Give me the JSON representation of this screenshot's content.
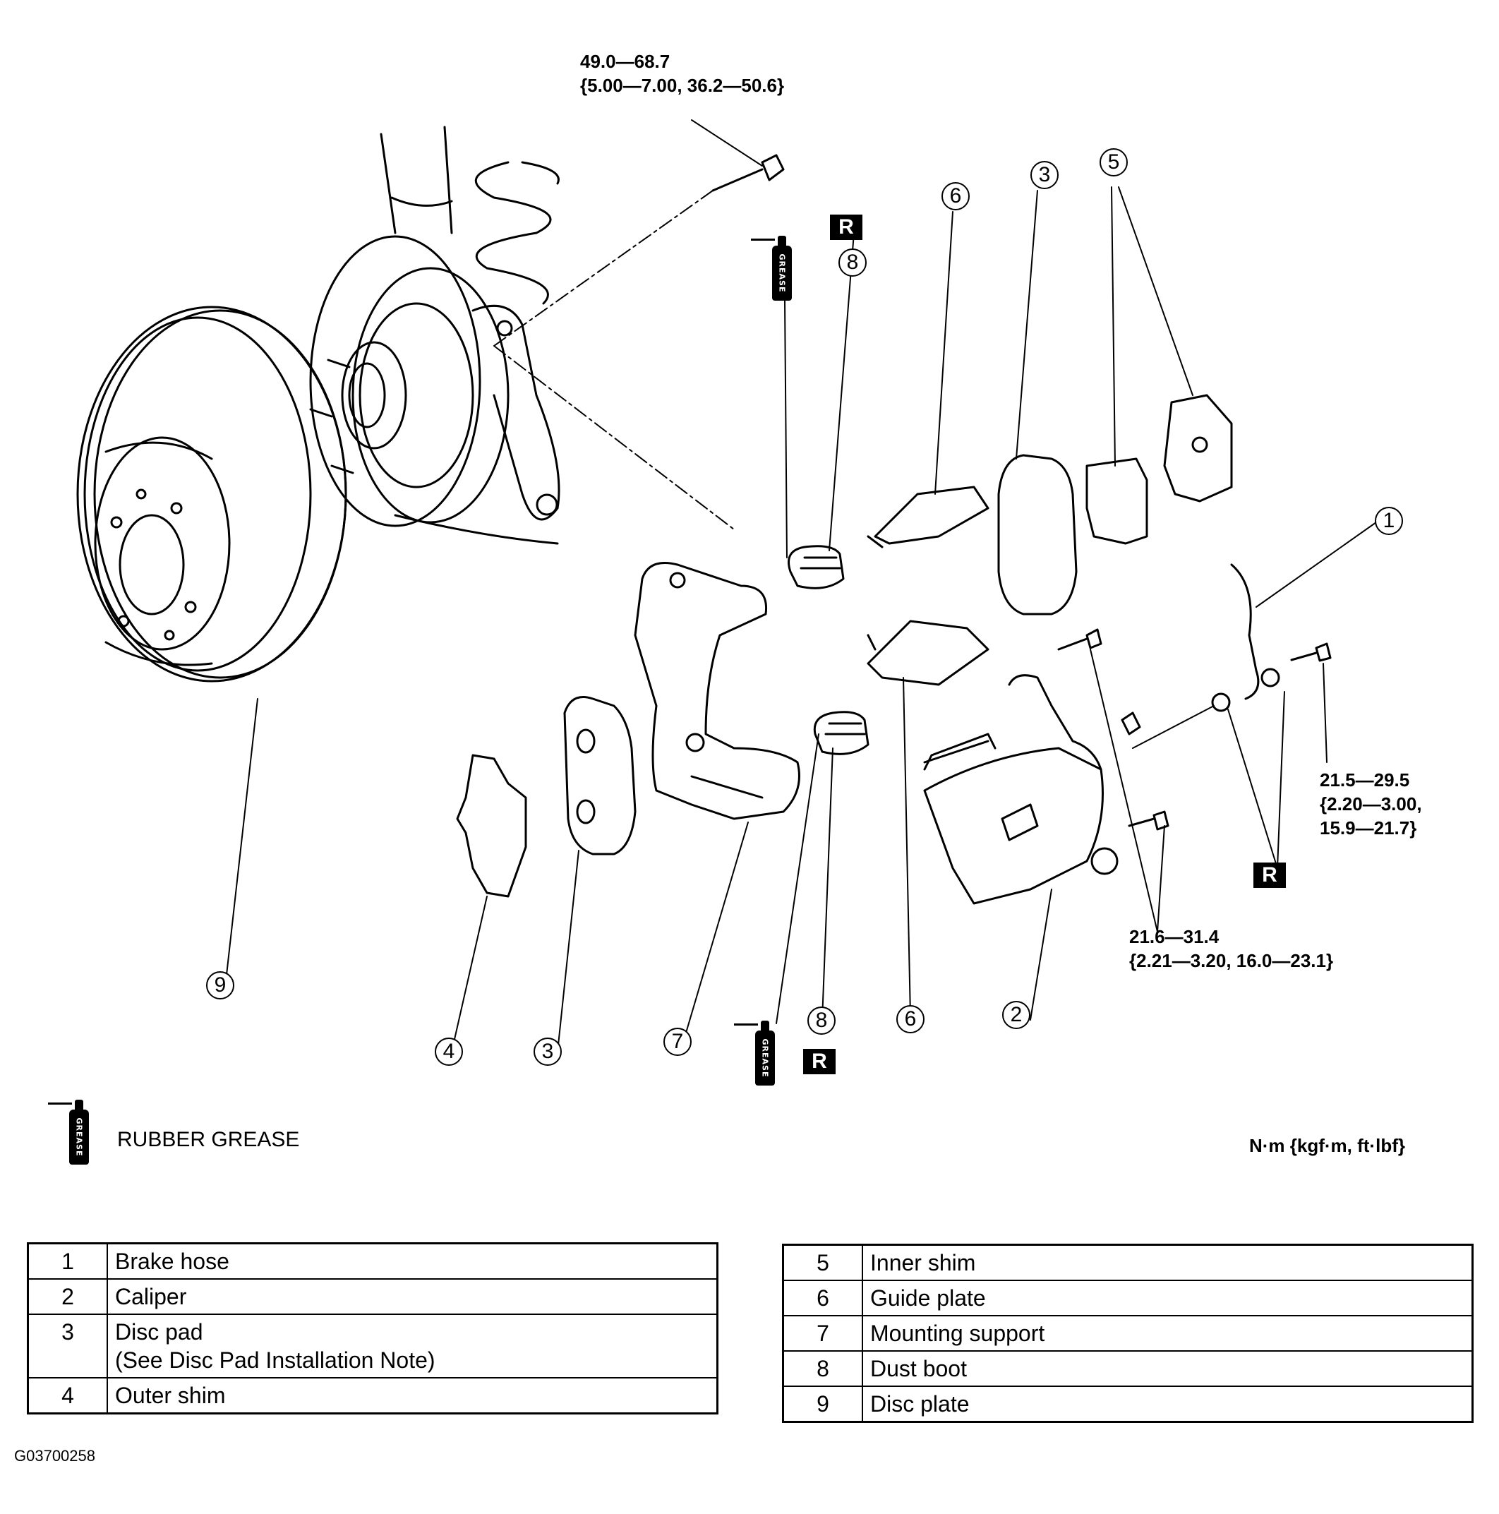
{
  "torques": {
    "top_bolt": [
      "49.0—68.7",
      "{5.00—7.00, 36.2—50.6}"
    ],
    "hose_bolt": [
      "21.5—29.5",
      "{2.20—3.00,",
      "15.9—21.7}"
    ],
    "caliper_bolts": [
      "21.6—31.4",
      "{2.21—3.20, 16.0—23.1}"
    ]
  },
  "callouts": [
    "1",
    "2",
    "3",
    "3",
    "4",
    "5",
    "6",
    "6",
    "7",
    "8",
    "8",
    "9"
  ],
  "replace_mark": "R",
  "grease_can_label": "GREASE",
  "legend": {
    "grease": "RUBBER GREASE",
    "units": "N·m {kgf·m, ft·lbf}"
  },
  "parts_left": [
    {
      "no": "1",
      "name": "Brake hose",
      "note": ""
    },
    {
      "no": "2",
      "name": "Caliper",
      "note": ""
    },
    {
      "no": "3",
      "name": "Disc pad",
      "note": "(See Disc Pad Installation Note)"
    },
    {
      "no": "4",
      "name": "Outer shim",
      "note": ""
    }
  ],
  "parts_right": [
    {
      "no": "5",
      "name": "Inner shim"
    },
    {
      "no": "6",
      "name": "Guide plate"
    },
    {
      "no": "7",
      "name": "Mounting support"
    },
    {
      "no": "8",
      "name": "Dust boot"
    },
    {
      "no": "9",
      "name": "Disc plate"
    }
  ],
  "figure_id": "G03700258"
}
